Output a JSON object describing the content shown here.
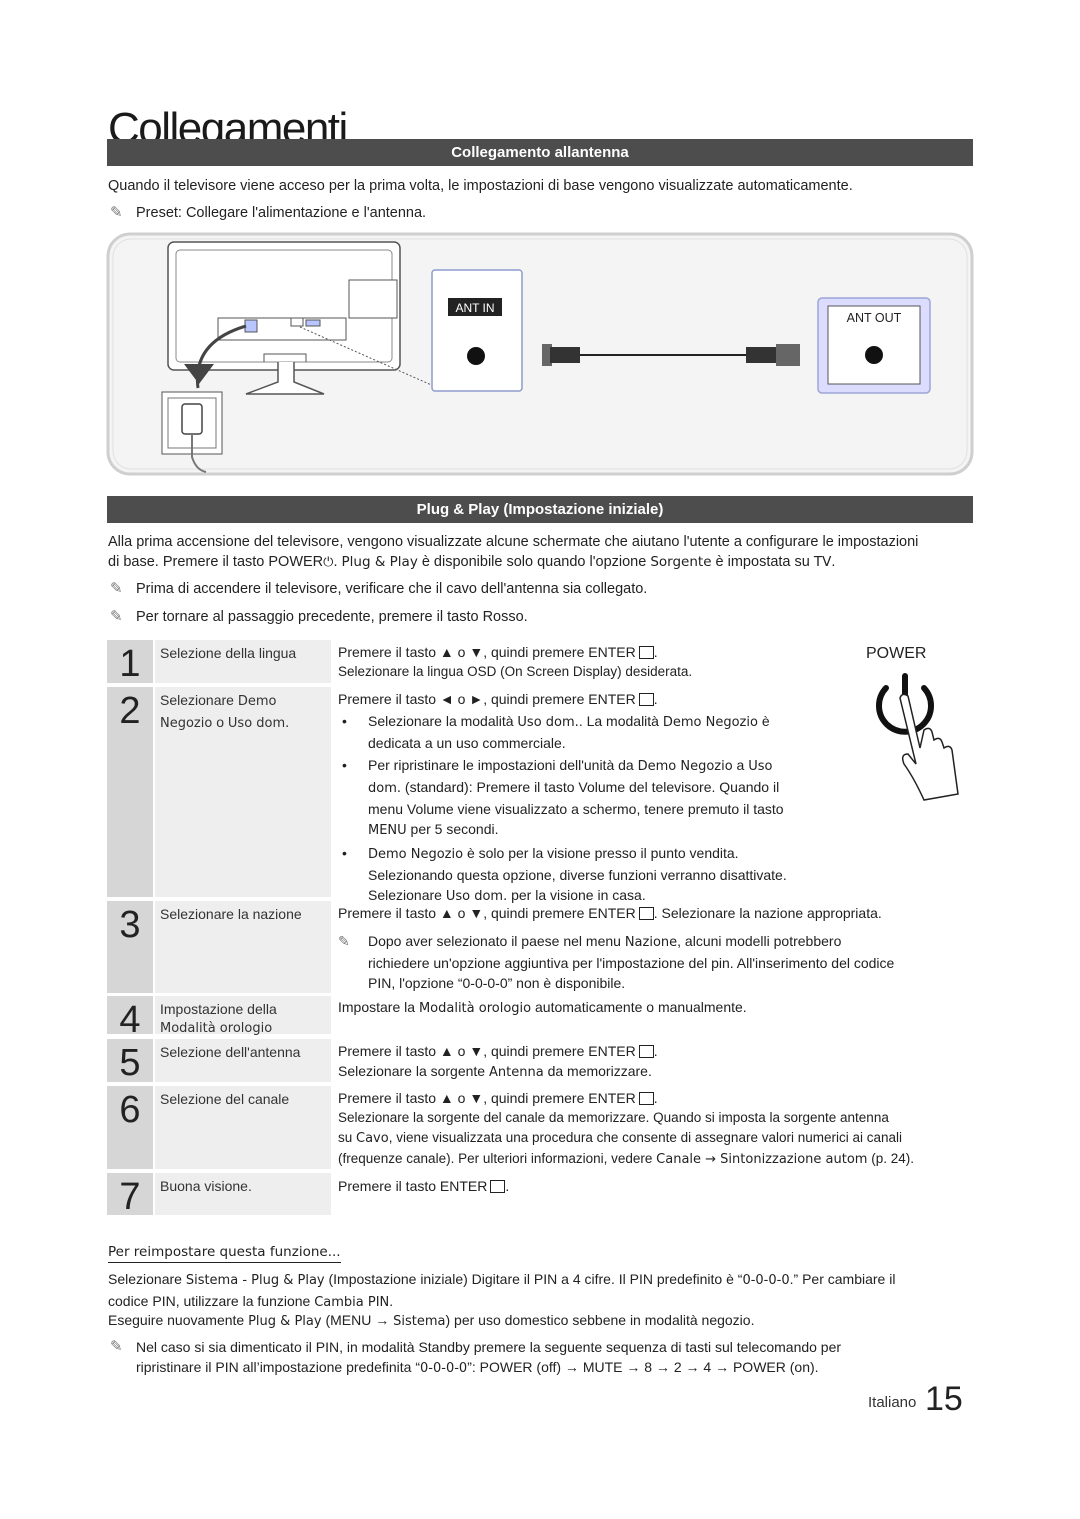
{
  "page_title": "Collegamenti",
  "section1": {
    "header": "Collegamento allantenna",
    "intro": "Quando il televisore viene acceso per la prima volta, le impostazioni di base vengono visualizzate automaticamente.",
    "note": "Preset: Collegare l'alimentazione e l'antenna.",
    "diagram": {
      "ant_in_label": "ANT IN",
      "ant_out_label": "ANT OUT"
    }
  },
  "section2": {
    "header": "Plug & Play (Impostazione iniziale)",
    "intro_a": "Alla prima accensione del televisore, vengono visualizzate alcune schermate che aiutano l'utente a configurare le impostazioni",
    "intro_b1": "di base. Premere il tasto POWER",
    "intro_b2": ". ",
    "intro_b3": "Plug & Play",
    "intro_b4": " è disponibile solo quando l'opzione ",
    "intro_b5": "Sorgente",
    "intro_b6": " è impostata su ",
    "intro_b7": "TV",
    "intro_b8": ".",
    "note1": "Prima di accendere il televisore, verificare che il cavo dell'antenna sia collegato.",
    "note2": "Per tornare al passaggio precedente, premere il tasto Rosso.",
    "power_label": "POWER"
  },
  "steps": [
    {
      "num": "1",
      "label": "Selezione della lingua",
      "line1": "Premere il tasto ▲ o ▼, quindi premere ENTER",
      "line2": "Selezionare la lingua OSD (On Screen Display) desiderata."
    },
    {
      "num": "2",
      "label_a": "Selezionare ",
      "label_b": "Demo",
      "label_c": "Negozio",
      "label_d": " o ",
      "label_e": "Uso dom.",
      "line1": "Premere il tasto ◄ o ►, quindi premere ENTER",
      "b1_a": "Selezionare la modalità ",
      "b1_b": "Uso dom.",
      "b1_c": ". La modalità ",
      "b1_d": "Demo Negozio",
      "b1_e": " è",
      "b1_f": "dedicata a un uso commerciale.",
      "b2_a": "Per ripristinare le impostazioni dell'unità da ",
      "b2_b": "Demo Negozio",
      "b2_c": " a ",
      "b2_d": "Uso",
      "b2_e": "dom.",
      "b2_f": " (standard): Premere il tasto Volume del televisore. Quando il",
      "b2_g": "menu Volume viene visualizzato a schermo, tenere premuto il tasto",
      "b2_h": "MENU",
      "b2_i": " per 5 secondi.",
      "b3_a": "Demo Negozio",
      "b3_b": " è solo per la visione presso il punto vendita.",
      "b3_c": "Selezionando questa opzione, diverse funzioni verranno disattivate.",
      "b3_d": "Selezionare ",
      "b3_e": "Uso dom.",
      "b3_f": " per la visione in casa."
    },
    {
      "num": "3",
      "label": "Selezionare la nazione",
      "line1_a": "Premere il tasto ▲ o ▼, quindi premere ENTER",
      "line1_b": ". Selezionare la nazione appropriata.",
      "n_a": "Dopo aver selezionato il paese nel menu ",
      "n_b": "Nazione",
      "n_c": ", alcuni modelli potrebbero",
      "n_d": "richiedere un'opzione aggiuntiva per l'impostazione del pin. All'inserimento del codice",
      "n_e": "PIN, l'opzione “0-0-0-0” non è disponibile."
    },
    {
      "num": "4",
      "label_a": "Impostazione della",
      "label_b": "Modalità orologio",
      "line1_a": "Impostare la ",
      "line1_b": "Modalità orologio",
      "line1_c": " automaticamente o manualmente."
    },
    {
      "num": "5",
      "label": "Selezione dell'antenna",
      "line1": "Premere il tasto ▲ o ▼, quindi premere ENTER",
      "line2_a": "Selezionare la sorgente ",
      "line2_b": "Antenna",
      "line2_c": " da memorizzare."
    },
    {
      "num": "6",
      "label": "Selezione del canale",
      "line1": "Premere il tasto ▲ o ▼, quindi premere ENTER",
      "l2": "Selezionare la sorgente del canale da memorizzare. Quando si imposta la sorgente antenna",
      "l3_a": "su ",
      "l3_b": "Cavo",
      "l3_c": ", viene visualizzata una procedura che consente di assegnare valori numerici ai canali",
      "l4_a": "(frequenze canale). Per ulteriori informazioni, vedere ",
      "l4_b": "Canale → Sintonizzazione autom",
      "l4_c": " (p. 24)."
    },
    {
      "num": "7",
      "label": "Buona visione.",
      "line1": "Premere il tasto ENTER"
    }
  ],
  "reset": {
    "heading": "Per reimpostare questa funzione...",
    "p1_a": "Selezionare ",
    "p1_b": "Sistema - Plug & Play",
    "p1_c": " (Impostazione iniziale) Digitare il PIN a 4 cifre. Il PIN predefinito è “",
    "p1_d": "0-0-0-0",
    "p1_e": ".” Per cambiare il",
    "p1_f": "codice PIN, utilizzare la funzione ",
    "p1_g": "Cambia PIN",
    "p1_h": ".",
    "p2_a": "Eseguire nuovamente ",
    "p2_b": "Plug & Play",
    "p2_c": " (MENU → ",
    "p2_d": "Sistema",
    "p2_e": ") per uso domestico sebbene in modalità negozio.",
    "n_a": "Nel caso si sia dimenticato il PIN, in modalità Standby premere la seguente sequenza di tasti sul telecomando per",
    "n_b": "ripristinare il PIN all’impostazione predefinita “",
    "n_c": "0-0-0-0",
    "n_d": "”: POWER (off) → MUTE → 8 → 2 → 4 → POWER (on)."
  },
  "footer": {
    "language": "Italiano",
    "page_number": "15"
  },
  "icons": {
    "note": "pencil-note-icon",
    "enter": "enter-icon",
    "power": "power-icon"
  }
}
